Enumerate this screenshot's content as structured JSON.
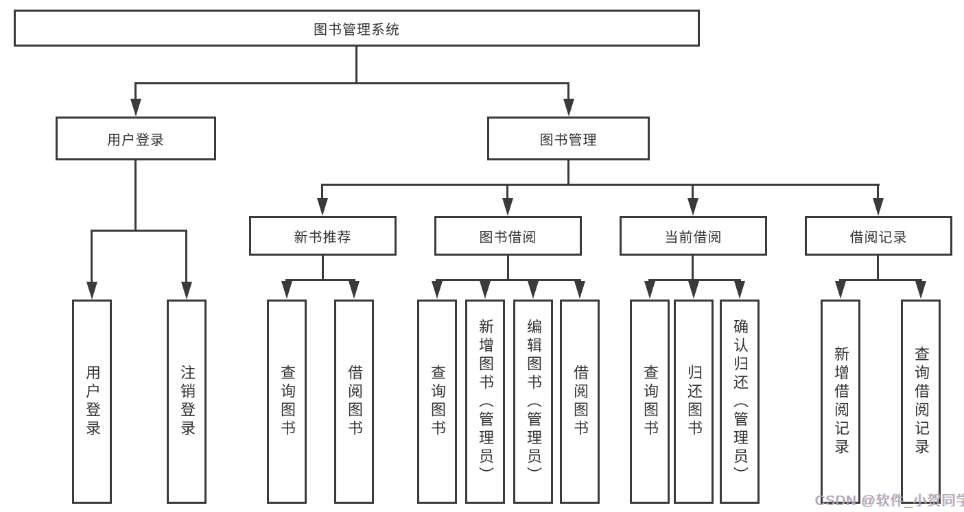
{
  "tree": {
    "root": {
      "label": "图书管理系统"
    },
    "branches": [
      {
        "label": "用户登录",
        "children": [
          {
            "label": "用户登录"
          },
          {
            "label": "注销登录"
          }
        ]
      },
      {
        "label": "图书管理",
        "children": [
          {
            "label": "新书推荐",
            "children": [
              {
                "label": "查询图书"
              },
              {
                "label": "借阅图书"
              }
            ]
          },
          {
            "label": "图书借阅",
            "children": [
              {
                "label": "查询图书"
              },
              {
                "label": "新增图书（管理员）"
              },
              {
                "label": "编辑图书（管理员）"
              },
              {
                "label": "借阅图书"
              }
            ]
          },
          {
            "label": "当前借阅",
            "children": [
              {
                "label": "查询图书"
              },
              {
                "label": "归还图书"
              },
              {
                "label": "确认归还（管理员）"
              }
            ]
          },
          {
            "label": "借阅记录",
            "children": [
              {
                "label": "新增借阅记录"
              },
              {
                "label": "查询借阅记录"
              }
            ]
          }
        ]
      }
    ]
  },
  "watermark": {
    "text": "CSDN @软件_小贺同学"
  },
  "colors": {
    "line": "#3a3a3a",
    "text": "#333333",
    "background": "#ffffff",
    "watermark": "#aaaaaa"
  }
}
